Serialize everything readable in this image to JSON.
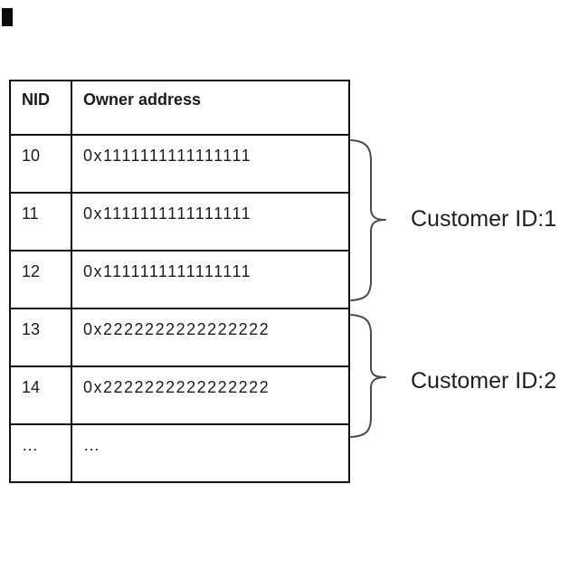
{
  "figure": {
    "table": {
      "headers": [
        "NID",
        "Owner address"
      ],
      "rows": [
        {
          "nid": "10",
          "address": "0x1111111111111111"
        },
        {
          "nid": "11",
          "address": "0x1111111111111111"
        },
        {
          "nid": "12",
          "address": "0x1111111111111111"
        },
        {
          "nid": "13",
          "address": "0x2222222222222222"
        },
        {
          "nid": "14",
          "address": "0x2222222222222222"
        },
        {
          "nid": "…",
          "address": "…"
        }
      ]
    },
    "groups": [
      {
        "label": "Customer ID:1",
        "covers_nids": [
          "10",
          "11",
          "12"
        ]
      },
      {
        "label": "Customer ID:2",
        "covers_nids": [
          "13",
          "14"
        ]
      }
    ]
  },
  "colors": {
    "table_border": "#111111",
    "text": "#1b1b1b",
    "brace_stroke": "#4a4a4a",
    "background": "#ffffff"
  }
}
